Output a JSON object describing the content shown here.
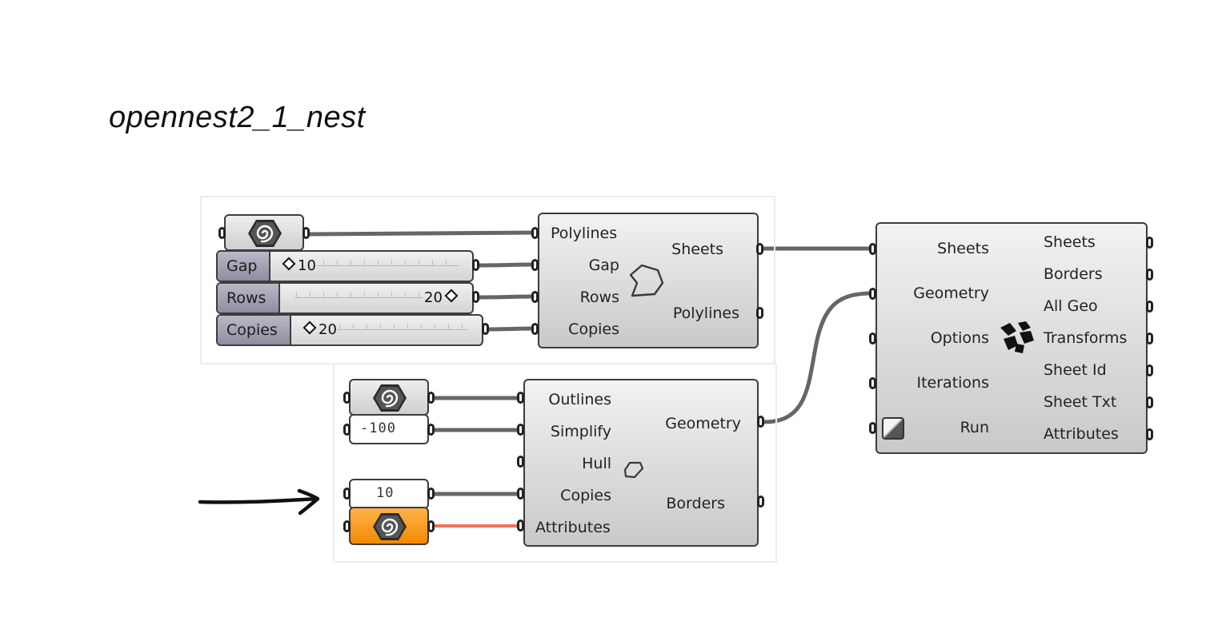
{
  "title": "opennest2_1_nest",
  "group1": {
    "geometry_param_icon": "spiral-hexagon-icon",
    "sliders": [
      {
        "name": "Gap",
        "value": "10"
      },
      {
        "name": "Rows",
        "value": "20"
      },
      {
        "name": "Copies",
        "value": "20"
      }
    ],
    "sheets_component": {
      "icon": "polygon-outline-icon",
      "inputs": [
        "Polylines",
        "Gap",
        "Rows",
        "Copies"
      ],
      "outputs": [
        "Sheets",
        "Polylines"
      ]
    }
  },
  "group2": {
    "geometry_param_icon": "spiral-hexagon-icon",
    "panels": [
      "-100",
      "10"
    ],
    "attributes_param_icon": "spiral-hexagon-orange-icon",
    "geometry_component": {
      "icon": "small-polygon-icon",
      "inputs": [
        "Outlines",
        "Simplify",
        "Hull",
        "Copies",
        "Attributes"
      ],
      "outputs": [
        "Geometry",
        "Borders"
      ]
    }
  },
  "nest_component": {
    "icon": "nest-pieces-icon",
    "inputs": [
      "Sheets",
      "Geometry",
      "Options",
      "Iterations",
      "Run"
    ],
    "outputs": [
      "Sheets",
      "Borders",
      "All Geo",
      "Transforms",
      "Sheet Id",
      "Sheet Txt",
      "Attributes"
    ],
    "run_toggle_icon": "boolean-toggle-icon"
  },
  "annotation": {
    "arrow_icon": "hand-drawn-arrow-icon"
  },
  "colors": {
    "wire": "#666666",
    "selected_wire": "#f0735a",
    "orange_param": "#f59a1f"
  }
}
